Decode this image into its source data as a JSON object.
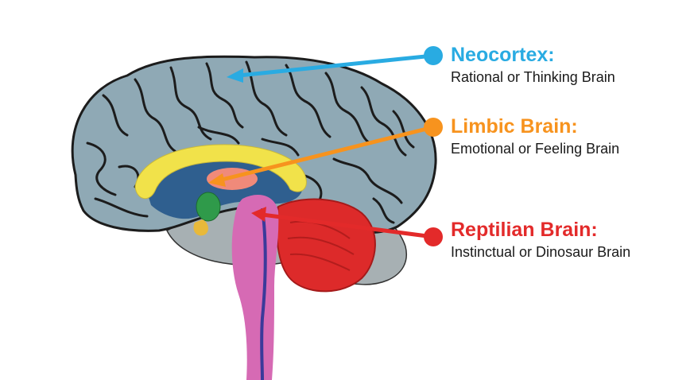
{
  "labels": {
    "neocortex": {
      "title": "Neocortex:",
      "description": "Rational or Thinking Brain",
      "color": "#29abe2"
    },
    "limbic": {
      "title": "Limbic Brain:",
      "description": "Emotional or Feeling Brain",
      "color": "#f7931e"
    },
    "reptilian": {
      "title": "Reptilian Brain:",
      "description": "Instinctual or Dinosaur Brain",
      "color": "#e32a2a"
    }
  },
  "colors": {
    "cortex": "#8fa9b5",
    "cortex_outline": "#1c1c1c",
    "inner_region": "#2f5f8f",
    "corpus": "#f1e24a",
    "thalamus": "#f08a7a",
    "amygdala": "#2f9a4a",
    "brainstem": "#d66ab4",
    "cerebellum": "#dd2a2a",
    "background_gray": "#9aa4a8"
  }
}
